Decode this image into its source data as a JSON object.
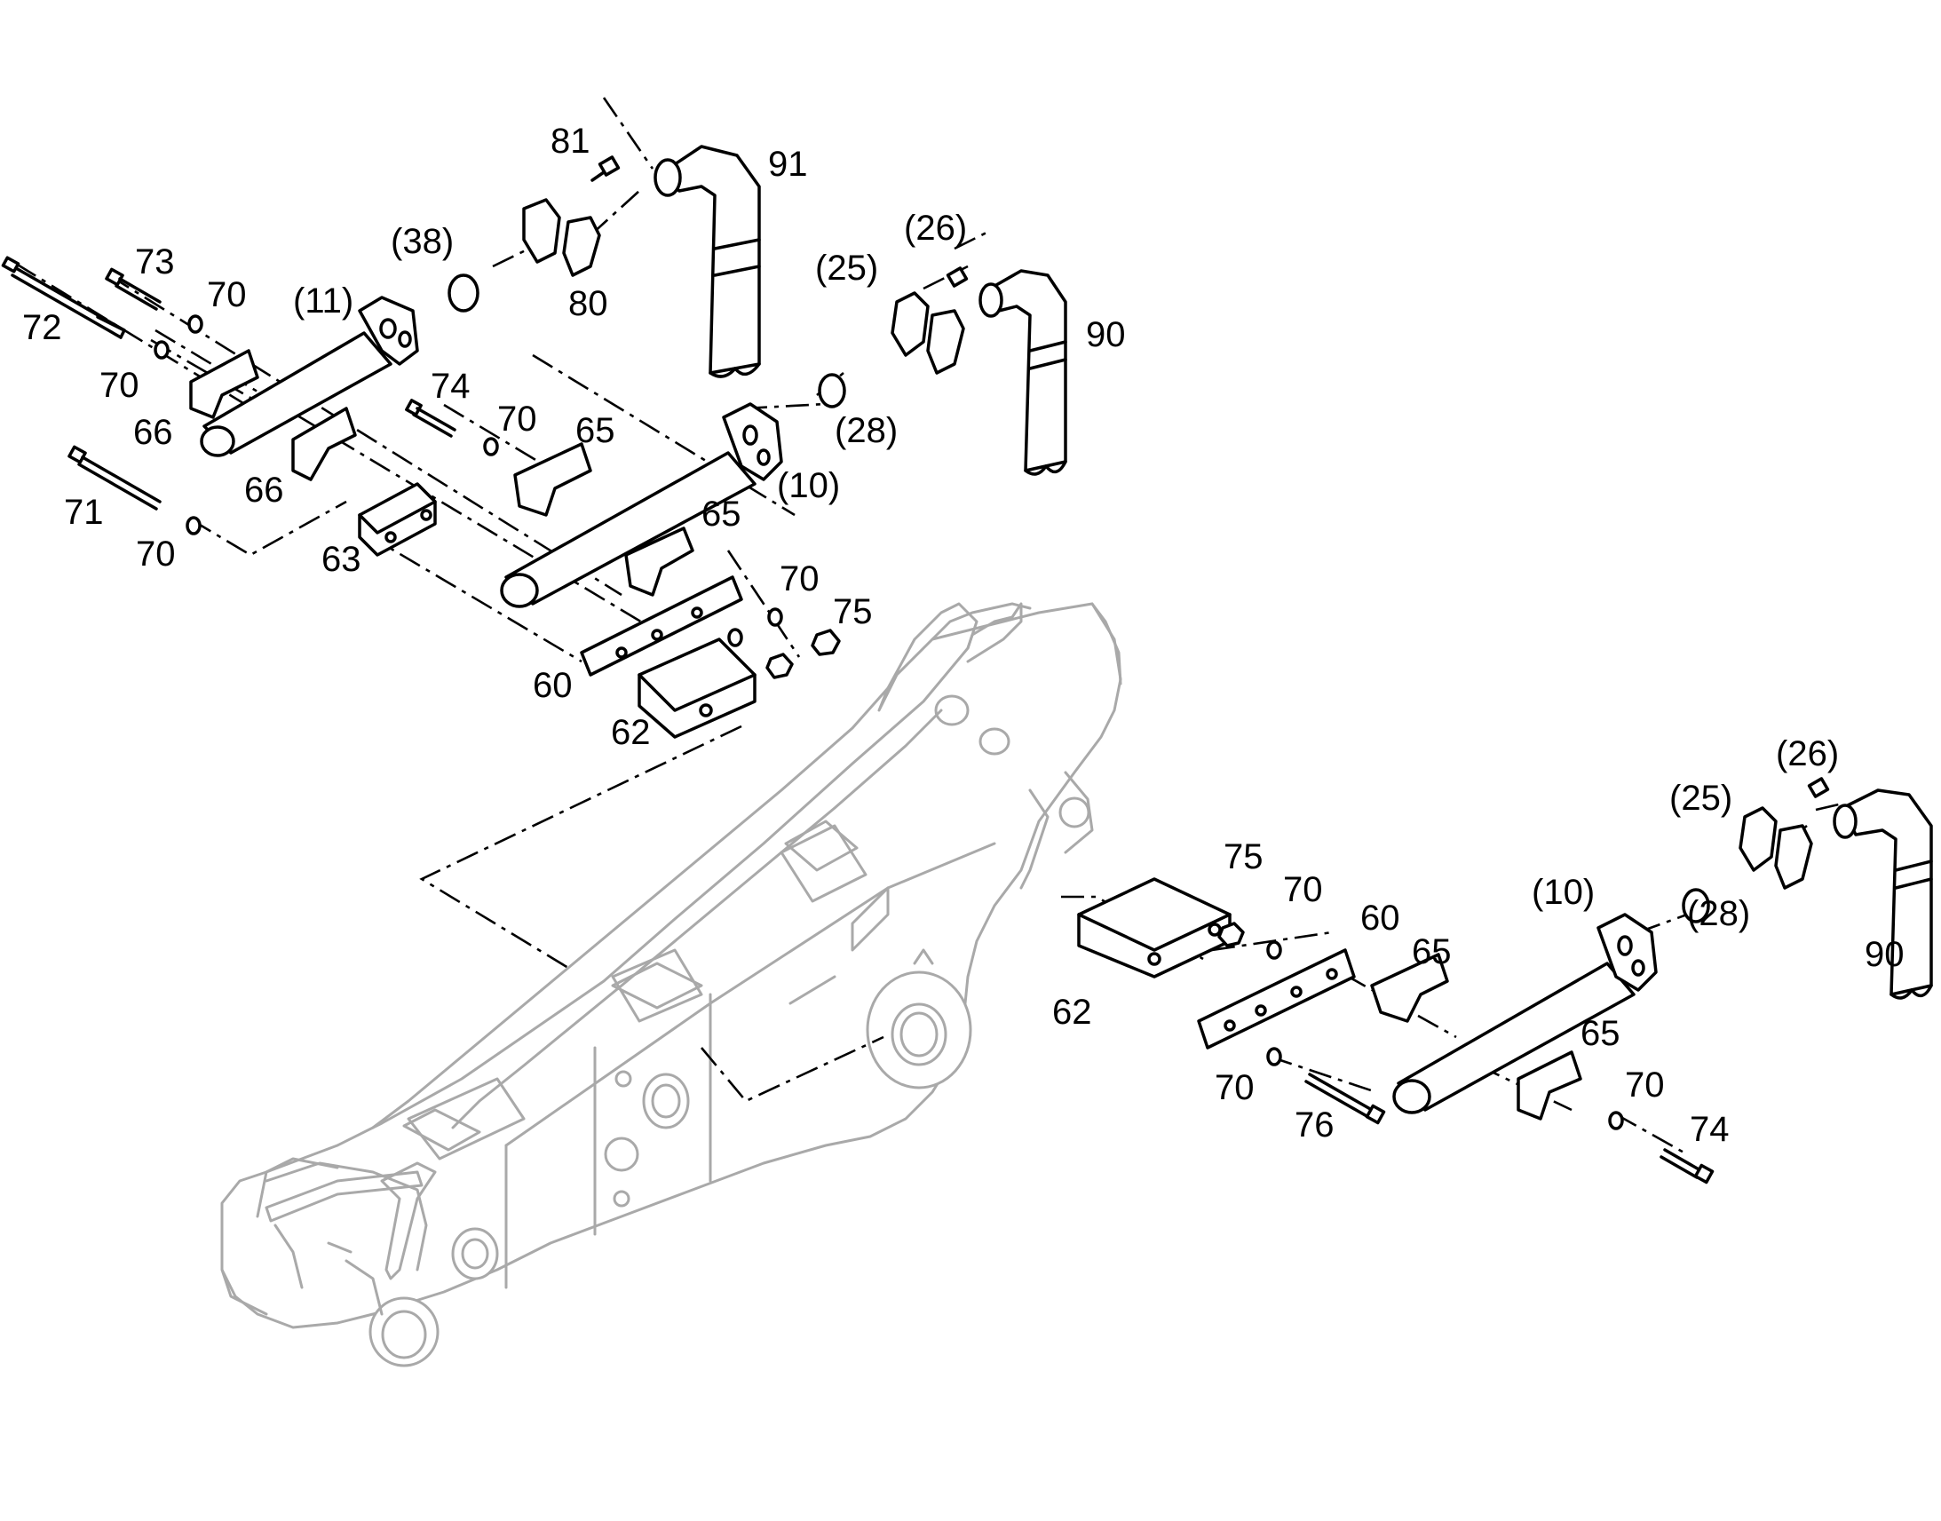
{
  "labels": [
    {
      "id": "lbl-81-top",
      "text": "81"
    },
    {
      "id": "lbl-91-top",
      "text": "91"
    },
    {
      "id": "lbl-38-top",
      "text": "(38)"
    },
    {
      "id": "lbl-26-top",
      "text": "(26)"
    },
    {
      "id": "lbl-25-top",
      "text": "(25)"
    },
    {
      "id": "lbl-73",
      "text": "73"
    },
    {
      "id": "lbl-70-a",
      "text": "70"
    },
    {
      "id": "lbl-11",
      "text": "(11)"
    },
    {
      "id": "lbl-80",
      "text": "80"
    },
    {
      "id": "lbl-90-top",
      "text": "90"
    },
    {
      "id": "lbl-72",
      "text": "72"
    },
    {
      "id": "lbl-70-b",
      "text": "70"
    },
    {
      "id": "lbl-74-top",
      "text": "74"
    },
    {
      "id": "lbl-70-c",
      "text": "70"
    },
    {
      "id": "lbl-65-a",
      "text": "65"
    },
    {
      "id": "lbl-28-top",
      "text": "(28)"
    },
    {
      "id": "lbl-66-a",
      "text": "66"
    },
    {
      "id": "lbl-66-b",
      "text": "66"
    },
    {
      "id": "lbl-10-top",
      "text": "(10)"
    },
    {
      "id": "lbl-71",
      "text": "71"
    },
    {
      "id": "lbl-65-b",
      "text": "65"
    },
    {
      "id": "lbl-63",
      "text": "63"
    },
    {
      "id": "lbl-70-d",
      "text": "70"
    },
    {
      "id": "lbl-70-e",
      "text": "70"
    },
    {
      "id": "lbl-75-top",
      "text": "75"
    },
    {
      "id": "lbl-60-top",
      "text": "60"
    },
    {
      "id": "lbl-62-top",
      "text": "62"
    },
    {
      "id": "lbl-26-bottom",
      "text": "(26)"
    },
    {
      "id": "lbl-25-bottom",
      "text": "(25)"
    },
    {
      "id": "lbl-75-bottom",
      "text": "75"
    },
    {
      "id": "lbl-70-f",
      "text": "70"
    },
    {
      "id": "lbl-10-bottom",
      "text": "(10)"
    },
    {
      "id": "lbl-60-bottom",
      "text": "60"
    },
    {
      "id": "lbl-28-bottom",
      "text": "(28)"
    },
    {
      "id": "lbl-65-c",
      "text": "65"
    },
    {
      "id": "lbl-90-bottom",
      "text": "90"
    },
    {
      "id": "lbl-62-bottom",
      "text": "62"
    },
    {
      "id": "lbl-65-d",
      "text": "65"
    },
    {
      "id": "lbl-70-g",
      "text": "70"
    },
    {
      "id": "lbl-70-h",
      "text": "70"
    },
    {
      "id": "lbl-76",
      "text": "76"
    },
    {
      "id": "lbl-74-bottom",
      "text": "74"
    }
  ]
}
